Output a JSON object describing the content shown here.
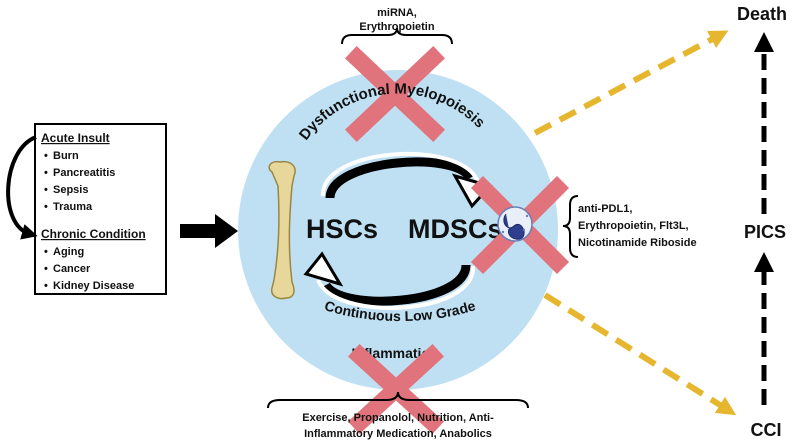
{
  "colors": {
    "circle_fill": "#bfe0f3",
    "x_mark": "#e0737b",
    "dashed_arrow": "#e6b62f",
    "bone": "#e7d79a",
    "bone_stroke": "#9a8740",
    "text": "#111111"
  },
  "left_box": {
    "acute_heading": "Acute Insult",
    "acute_items": [
      "Burn",
      "Pancreatitis",
      "Sepsis",
      "Trauma"
    ],
    "chronic_heading": "Chronic Condition",
    "chronic_items": [
      "Aging",
      "Cancer",
      "Kidney Disease"
    ],
    "bullet": "•"
  },
  "top_bracket": {
    "lines": [
      "miRNA,",
      "Erythropoietin"
    ]
  },
  "right_bracket": {
    "lines": [
      "anti-PDL1,",
      "Erythropoietin, Flt3L,",
      "Nicotinamide Riboside"
    ]
  },
  "bottom_bracket": {
    "lines": [
      "Exercise, Propanolol, Nutrition, Anti-",
      "Inflammatory Medication, Anabolics"
    ]
  },
  "circle": {
    "top_arc_text": "Dysfunctional Myelopoiesis",
    "bottom_arc_text_line1": "Continuous Low Grade",
    "bottom_arc_text_line2": "Inflammation",
    "left_label": "HSCs",
    "right_label": "MDSCs"
  },
  "outcomes": {
    "top": "Death",
    "middle": "PICS",
    "bottom": "CCI"
  },
  "icons": [
    "bone-icon",
    "mdsc-cell-icon",
    "x-mark-icon",
    "curved-arrow-icon",
    "block-arrow-icon"
  ]
}
